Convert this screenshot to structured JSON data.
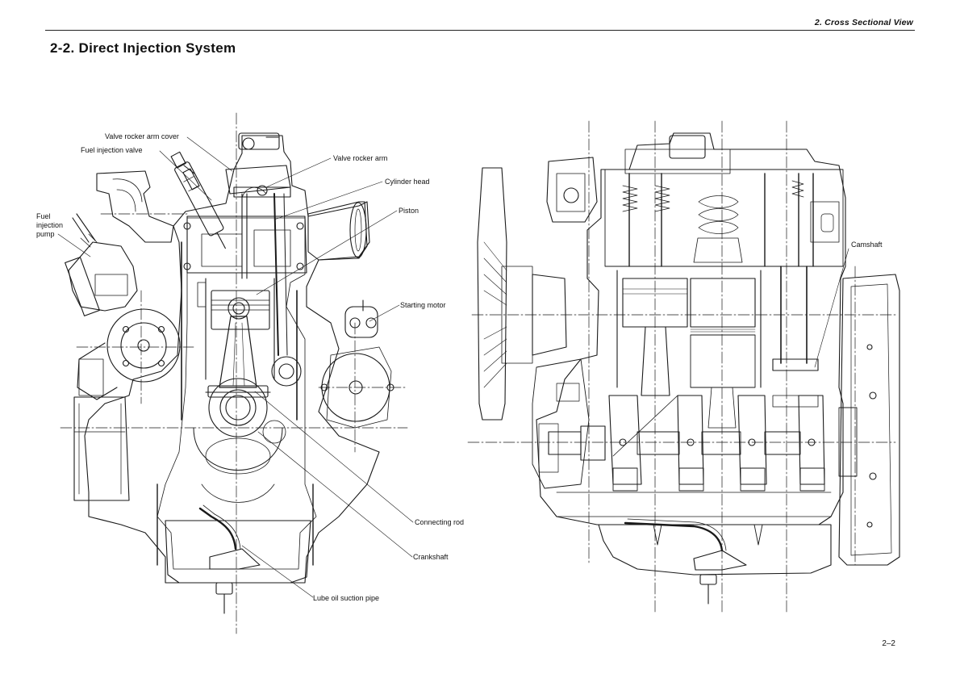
{
  "header": {
    "running_title": "2. Cross Sectional View",
    "section_title": "2-2.  Direct Injection System"
  },
  "labels": {
    "valve_rocker_arm_cover": "Valve rocker arm cover",
    "fuel_injection_valve": "Fuel injection valve",
    "fuel_injection_pump_1": "Fuel",
    "fuel_injection_pump_2": "injection",
    "fuel_injection_pump_3": "pump",
    "valve_rocker_arm": "Valve rocker arm",
    "cylinder_head": "Cylinder head",
    "piston": "Piston",
    "starting_motor": "Starting motor",
    "connecting_rod": "Connecting rod",
    "crankshaft": "Crankshaft",
    "lube_oil_suction_pipe": "Lube oil suction pipe",
    "camshaft": "Camshaft"
  },
  "footer": {
    "page_number": "2–2"
  }
}
